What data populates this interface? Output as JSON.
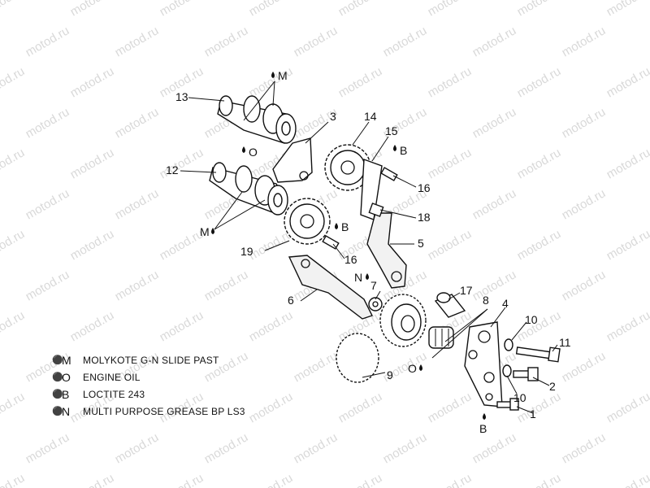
{
  "watermark": "motod.ru",
  "part_numbers": [
    "1",
    "2",
    "3",
    "4",
    "5",
    "6",
    "7",
    "8",
    "9",
    "10",
    "10",
    "11",
    "12",
    "13",
    "14",
    "15",
    "16",
    "16",
    "17",
    "18",
    "19"
  ],
  "lubricant_tags": {
    "m_top": "M",
    "m_bottom": "M",
    "o_mid": "O",
    "o_bottom": "O",
    "b_15": "B",
    "b_18": "B",
    "b_bottom": "B",
    "n_7": "N"
  },
  "legend": [
    {
      "code": "M",
      "text": "MOLYKOTE G-N SLIDE PAST"
    },
    {
      "code": "O",
      "text": "ENGINE OIL"
    },
    {
      "code": "B",
      "text": "LOCTITE 243"
    },
    {
      "code": "N",
      "text": "MULTI PURPOSE GREASE BP LS3"
    }
  ],
  "icons": {
    "drop": "oil-drop-icon"
  }
}
